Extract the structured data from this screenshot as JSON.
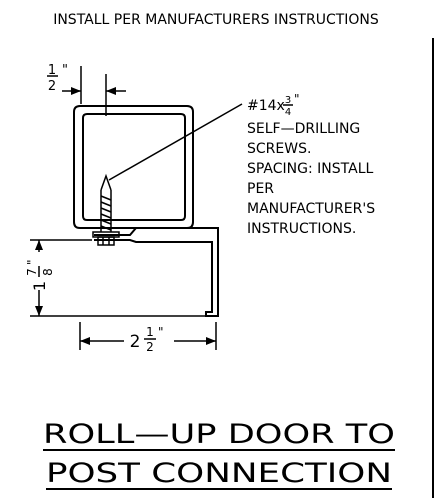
{
  "header_note": "INSTALL PER MANUFACTURERS INSTRUCTIONS",
  "dims": {
    "half_num": "1",
    "half_den": "2",
    "half_unit": "\"",
    "vert_whole": "1",
    "vert_num": "7",
    "vert_den": "8",
    "vert_unit": "\"",
    "bottom_whole": "2",
    "bottom_num": "1",
    "bottom_den": "2",
    "bottom_unit": "\""
  },
  "screw_note": {
    "size_prefix": "#14x",
    "size_num": "3",
    "size_den": "4",
    "size_unit": "\"",
    "lines": [
      "SELF—DRILLING",
      "SCREWS.",
      "SPACING: INSTALL",
      "PER",
      "MANUFACTURER'S",
      "INSTRUCTIONS."
    ]
  },
  "title": {
    "line1": "ROLL—UP DOOR TO",
    "line2": "POST CONNECTION"
  }
}
